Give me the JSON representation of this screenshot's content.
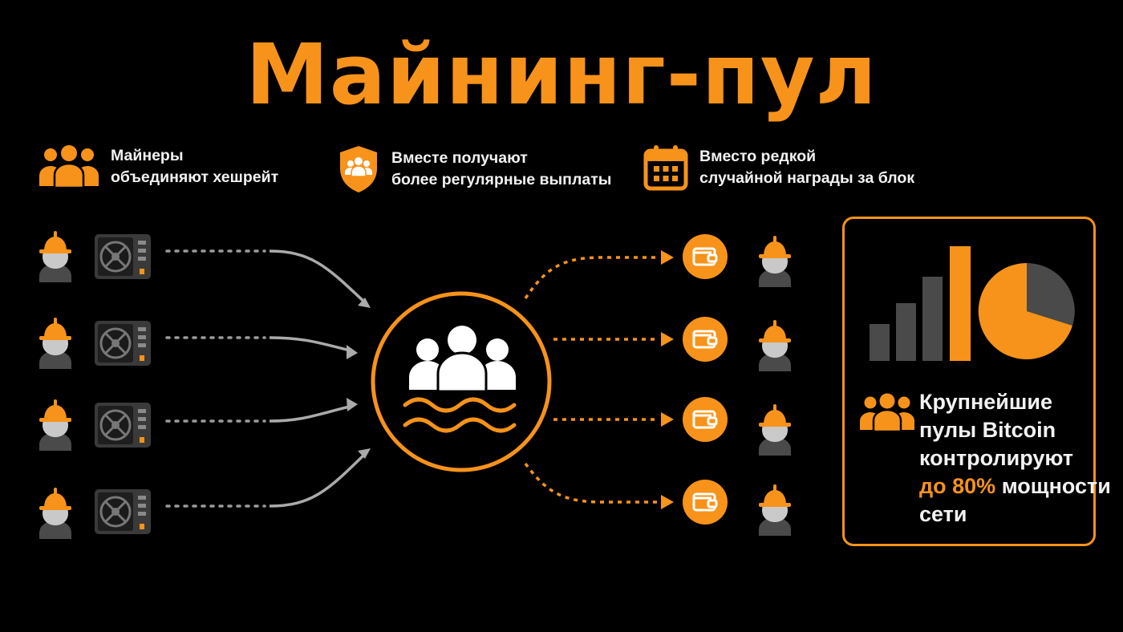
{
  "title": "Майнинг-пул",
  "colors": {
    "accent": "#f7931a",
    "background": "#000000",
    "gray": "#4a4a4a",
    "light_gray": "#cfcfcf"
  },
  "features": [
    {
      "icon": "people-group-icon",
      "line1": "Майнеры",
      "line2": "объединяют хешрейт"
    },
    {
      "icon": "shield-people-icon",
      "line1": "Вместе получают",
      "line2": "более регулярные выплаты"
    },
    {
      "icon": "calendar-icon",
      "line1": "Вместо редкой",
      "line2": "случайной награды за блок"
    }
  ],
  "diagram": {
    "left_nodes": [
      {
        "icons": [
          "miner-hardhat-icon",
          "asic-miner-icon"
        ]
      },
      {
        "icons": [
          "miner-hardhat-icon",
          "asic-miner-icon"
        ]
      },
      {
        "icons": [
          "miner-hardhat-icon",
          "asic-miner-icon"
        ]
      },
      {
        "icons": [
          "miner-hardhat-icon",
          "asic-miner-icon"
        ]
      }
    ],
    "center_node": {
      "icon": "pool-people-icon"
    },
    "right_nodes": [
      {
        "icons": [
          "wallet-icon",
          "miner-hardhat-icon"
        ]
      },
      {
        "icons": [
          "wallet-icon",
          "miner-hardhat-icon"
        ]
      },
      {
        "icons": [
          "wallet-icon",
          "miner-hardhat-icon"
        ]
      },
      {
        "icons": [
          "wallet-icon",
          "miner-hardhat-icon"
        ]
      }
    ]
  },
  "stat_box": {
    "icons": [
      "bar-chart-icon",
      "pie-chart-icon",
      "people-group-icon"
    ],
    "line1": "Крупнейшие",
    "line2": "пулы Bitcoin",
    "line3": "контролируют",
    "line4_accent": "до 80%",
    "line4_rest": " мощности",
    "line5": "сети"
  }
}
